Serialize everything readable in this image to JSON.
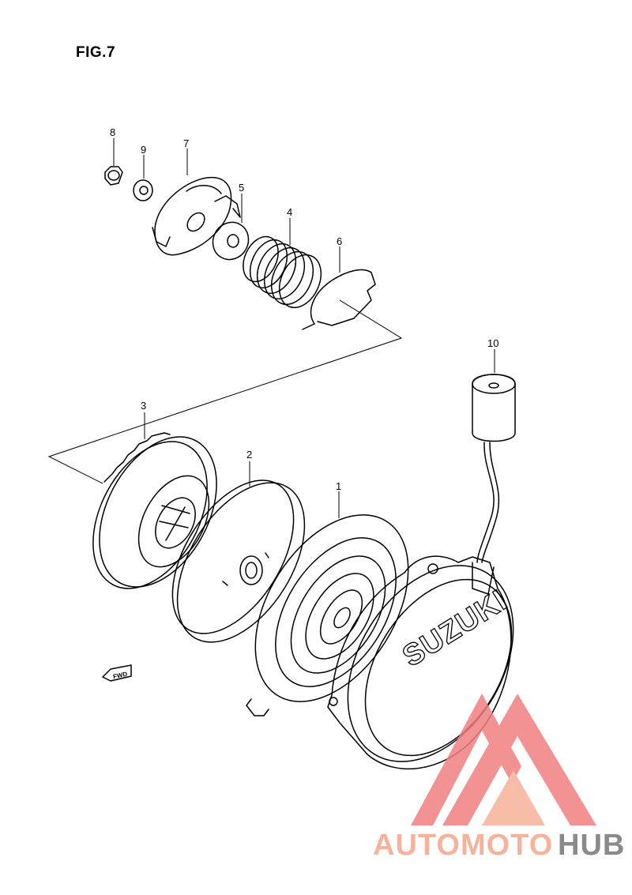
{
  "figure": {
    "title": "FIG.7"
  },
  "callouts": [
    {
      "id": "1",
      "label": "1"
    },
    {
      "id": "2",
      "label": "2"
    },
    {
      "id": "3",
      "label": "3"
    },
    {
      "id": "4",
      "label": "4"
    },
    {
      "id": "5",
      "label": "5"
    },
    {
      "id": "6",
      "label": "6"
    },
    {
      "id": "7",
      "label": "7"
    },
    {
      "id": "8",
      "label": "8"
    },
    {
      "id": "9",
      "label": "9"
    },
    {
      "id": "10",
      "label": "10"
    }
  ],
  "cover_text": "SUZUKI",
  "arrow_text": "FWD",
  "watermark": {
    "part1": "AUTOMOTO",
    "part2": "HUB",
    "color_light": "#f6b29a",
    "color_dark": "#8a8a8a",
    "color_mark": "#f08080"
  }
}
